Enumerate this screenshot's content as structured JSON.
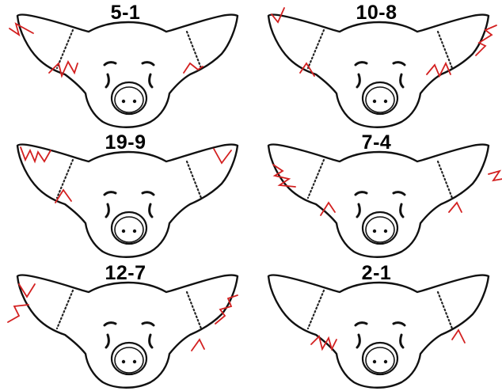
{
  "pigs": [
    {
      "label": "5-1"
    },
    {
      "label": "10-8"
    },
    {
      "label": "19-9"
    },
    {
      "label": "7-4"
    },
    {
      "label": "12-7"
    },
    {
      "label": "2-1"
    }
  ],
  "colors": {
    "notch": "#d32020",
    "outline": "#111111"
  }
}
